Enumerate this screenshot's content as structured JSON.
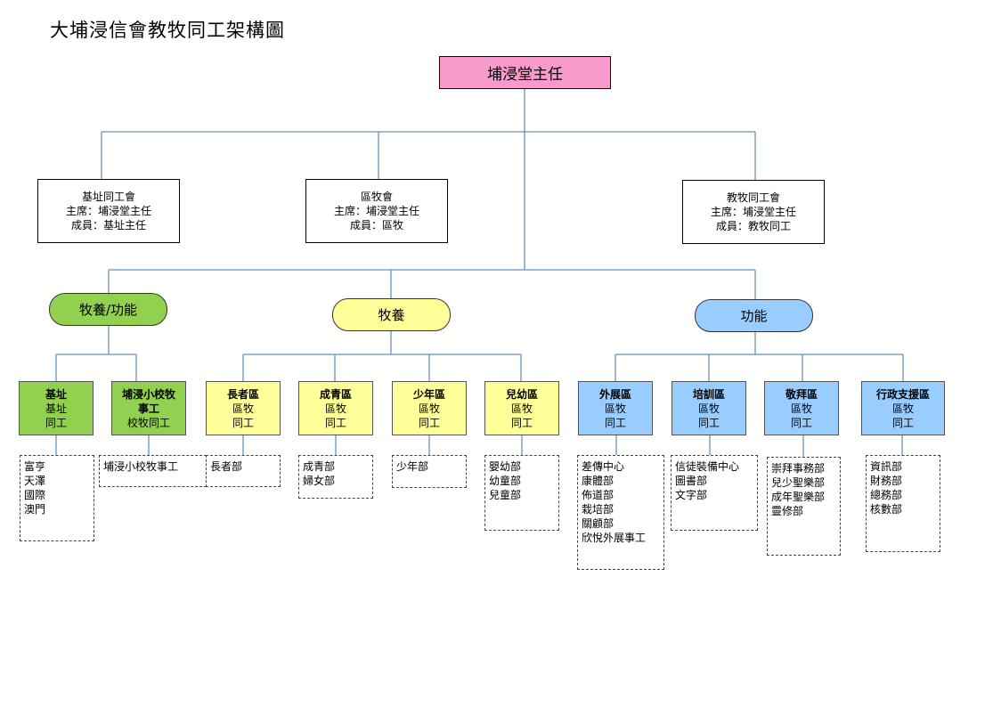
{
  "title": "大埔浸信會教牧同工架構圖",
  "colors": {
    "top": "#f99acc",
    "green": "#92d050",
    "yellow": "#ffff99",
    "blue": "#99ccff",
    "line": "#6b8fba"
  },
  "top": {
    "label": "埔浸堂主任"
  },
  "committees": [
    {
      "name": "基址同工會",
      "chair": "主席：埔浸堂主任",
      "members": "成員：基址主任"
    },
    {
      "name": "區牧會",
      "chair": "主席：埔浸堂主任",
      "members": "成員：區牧"
    },
    {
      "name": "教牧同工會",
      "chair": "主席：埔浸堂主任",
      "members": "成員：教牧同工"
    }
  ],
  "groups": [
    {
      "label": "牧養/功能",
      "color": "green"
    },
    {
      "label": "牧養",
      "color": "yellow"
    },
    {
      "label": "功能",
      "color": "blue"
    }
  ],
  "units": [
    {
      "name": "基址",
      "line2": "基址",
      "line3": "同工",
      "color": "green",
      "depts": [
        "富亨",
        "天澤",
        "國際",
        "澳門"
      ]
    },
    {
      "name": "埔浸小校牧事工",
      "line2": "",
      "line3": "校牧同工",
      "color": "green",
      "depts": [
        "埔浸小校牧事工"
      ]
    },
    {
      "name": "長者區",
      "line2": "區牧",
      "line3": "同工",
      "color": "yellow",
      "depts": [
        "長者部"
      ]
    },
    {
      "name": "成青區",
      "line2": "區牧",
      "line3": "同工",
      "color": "yellow",
      "depts": [
        "成青部",
        "婦女部"
      ]
    },
    {
      "name": "少年區",
      "line2": "區牧",
      "line3": "同工",
      "color": "yellow",
      "depts": [
        "少年部"
      ]
    },
    {
      "name": "兒幼區",
      "line2": "區牧",
      "line3": "同工",
      "color": "yellow",
      "depts": [
        "嬰幼部",
        "幼童部",
        "兒童部"
      ]
    },
    {
      "name": "外展區",
      "line2": "區牧",
      "line3": "同工",
      "color": "blue",
      "depts": [
        "差傳中心",
        "康體部",
        "佈道部",
        "栽培部",
        "關顧部",
        "欣悅外展事工"
      ]
    },
    {
      "name": "培訓區",
      "line2": "區牧",
      "line3": "同工",
      "color": "blue",
      "depts": [
        "信徒裝備中心",
        "圖書部",
        "文字部"
      ]
    },
    {
      "name": "敬拜區",
      "line2": "區牧",
      "line3": "同工",
      "color": "blue",
      "depts": [
        "崇拜事務部",
        "兒少聖樂部",
        "成年聖樂部",
        "靈修部"
      ]
    },
    {
      "name": "行政支援區",
      "line2": "區牧",
      "line3": "同工",
      "color": "blue",
      "depts": [
        "資訊部",
        "財務部",
        "總務部",
        "核數部"
      ]
    }
  ]
}
